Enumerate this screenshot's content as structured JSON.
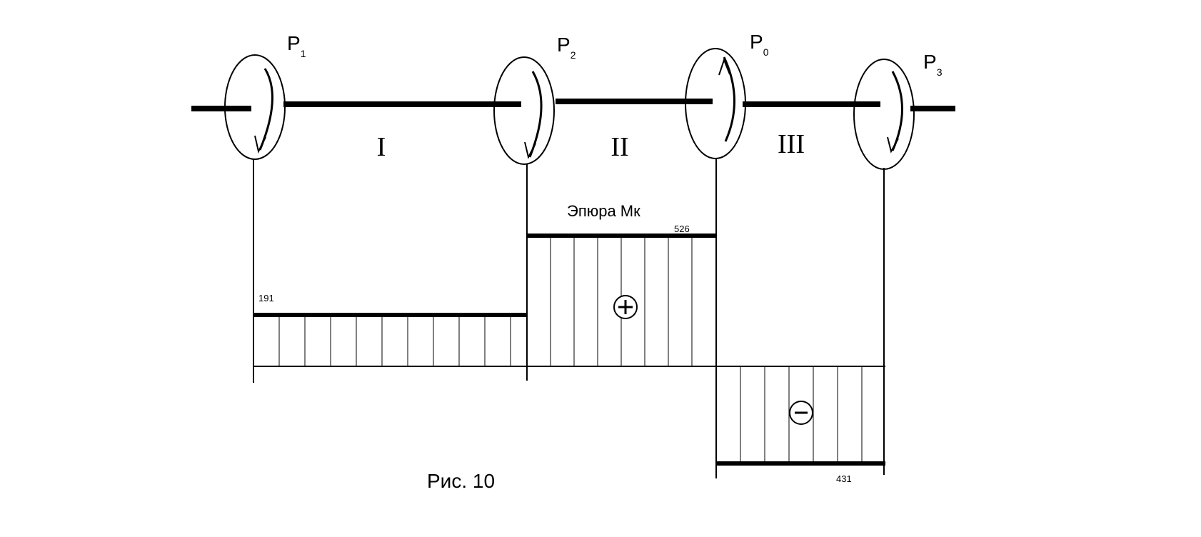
{
  "pulleys": [
    {
      "name": "P",
      "sub": "1",
      "direction": "down"
    },
    {
      "name": "P",
      "sub": "2",
      "direction": "down"
    },
    {
      "name": "P",
      "sub": "0",
      "direction": "up"
    },
    {
      "name": "P",
      "sub": "3",
      "direction": "down"
    }
  ],
  "sections": [
    "I",
    "II",
    "III"
  ],
  "diagram_title": "Эпюра Мк",
  "torque_values": {
    "section1": "191",
    "section2": "526",
    "section3": "431"
  },
  "torque_numeric": [
    191,
    526,
    -431
  ],
  "signs": {
    "positive": "+",
    "negative": "−"
  },
  "caption": "Рис. 10",
  "colors": {
    "stroke": "#000000",
    "background": "#ffffff"
  }
}
